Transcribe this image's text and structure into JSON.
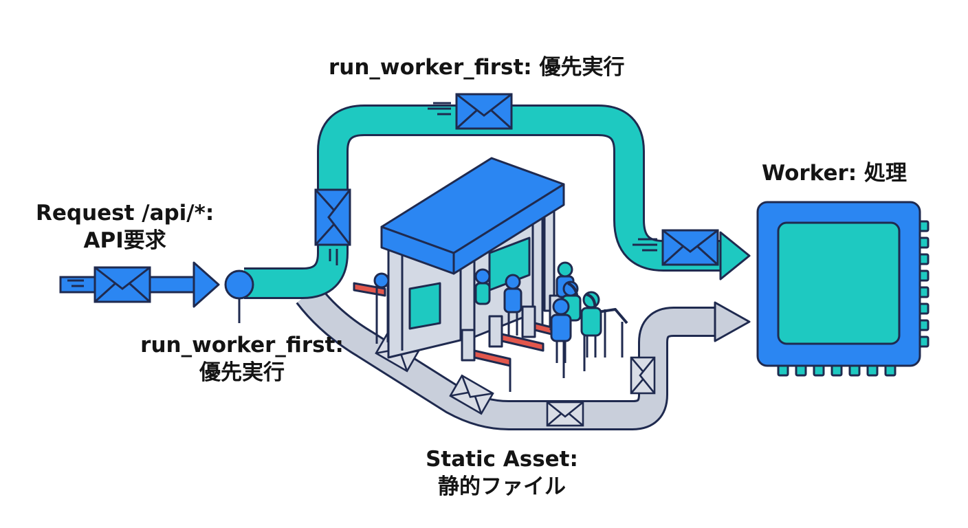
{
  "labels": {
    "request": {
      "line1": "Request /api/*:",
      "line2": "API要求"
    },
    "decision": {
      "line1": "run_worker_first:",
      "line2": "優先実行"
    },
    "top_path": "run_worker_first: 優先実行",
    "worker": "Worker: 処理",
    "static": {
      "line1": "Static Asset:",
      "line2": "静的ファイル"
    }
  },
  "colors": {
    "outline": "#1f2a4f",
    "worker_path": "#1ec9c1",
    "request_blue": "#2b86f2",
    "static_path": "#c9cfdb",
    "chip_body": "#2b86f2",
    "chip_core": "#1ec9c1",
    "gate_roof": "#2b86f2",
    "gate_wall": "#d3d9e4",
    "gate_window": "#1ec9c1",
    "barrier_red": "#e2574c",
    "person": "#2b86f2",
    "person_alt": "#1ec9c1"
  },
  "icons": {
    "message": "envelope-icon",
    "node": "router-node-icon",
    "gate": "toll-gate-icon",
    "processor": "cpu-chip-icon"
  }
}
